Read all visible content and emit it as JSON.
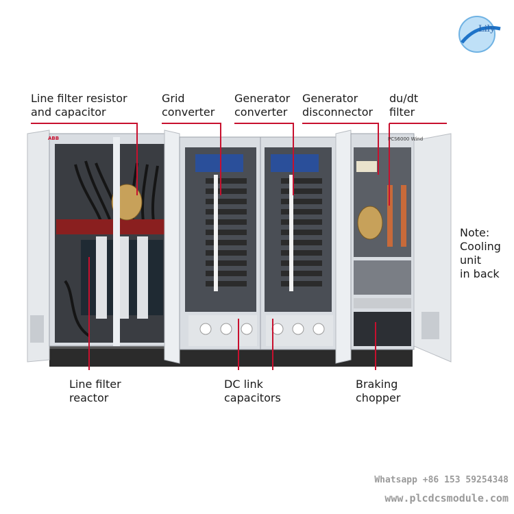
{
  "labels": {
    "line_filter_resistor": "Line filter resistor\nand capacitor",
    "grid_converter": "Grid\nconverter",
    "generator_converter": "Generator\nconverter",
    "generator_disconnector": "Generator\ndisconnector",
    "dudt_filter": "du/dt\nfilter",
    "note": "Note:\nCooling\nunit\nin back",
    "line_filter_reactor": "Line filter\nreactor",
    "dc_link_capacitors": "DC link\ncapacitors",
    "braking_chopper": "Braking\nchopper"
  },
  "cabinet_marks": {
    "brand": "ABB",
    "model": "PCS6000 Wind"
  },
  "logo": {
    "text": "Lily"
  },
  "watermark": {
    "whatsapp": "Whatsapp +86 153 59254348",
    "website": "www.plcdcsmodule.com"
  },
  "colors": {
    "leader_line": "#c8102e",
    "cabinet_frame": "#d9dde2",
    "base_plinth": "#2b2b2b"
  }
}
